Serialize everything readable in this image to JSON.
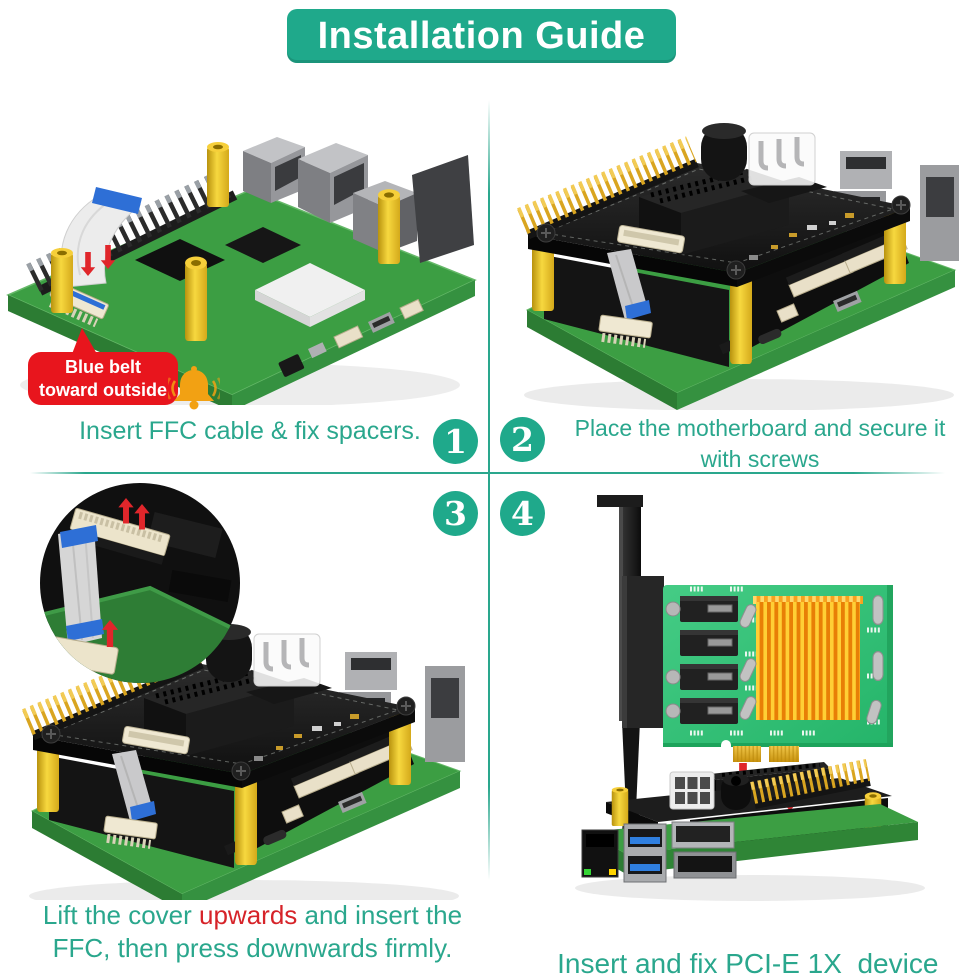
{
  "title": "Installation Guide",
  "steps": {
    "step1": {
      "number": "1",
      "caption": "Insert FFC cable & fix spacers."
    },
    "step2": {
      "number": "2",
      "line1": "Place the motherboard and secure it",
      "line2": "with screws"
    },
    "step3": {
      "number": "3",
      "line1_pre": "Lift the cover ",
      "line1_red": "upwards",
      "line1_post": " and insert the",
      "line2": "FFC, then press downwards firmly."
    },
    "step4": {
      "number": "4",
      "caption": "Insert and fix PCI-E 1X  device"
    }
  },
  "callout": {
    "line1": "Blue belt",
    "line2": "toward outside"
  },
  "icons": {
    "bell": "alert-bell-icon"
  },
  "colors": {
    "accent_green": "#1fa98b",
    "caption_teal": "#2aa78d",
    "alert_red": "#e8151d",
    "highlight_red_word": "#d62329",
    "bell_orange": "#f2a113",
    "pcb_green": "#3c9e43",
    "card_green": "#2fc57c",
    "standoff_yellow": "#f0c02a",
    "gold_pins": "#d9a520",
    "heatsink_orange": "#f08018",
    "ffc_blue": "#2e6fd6"
  }
}
